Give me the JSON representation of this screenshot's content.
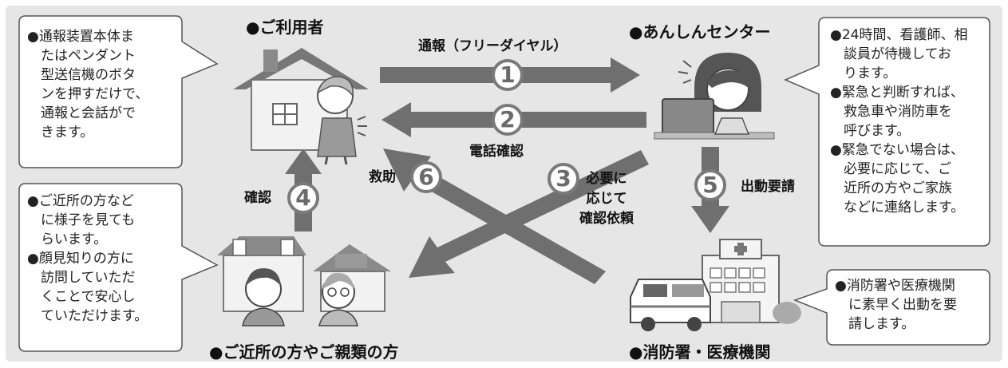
{
  "actors": {
    "user": "●ご利用者",
    "center": "●あんしんセンター",
    "neighbors": "●ご近所の方やご親類の方",
    "emergency": "●消防署・医療機関"
  },
  "callouts": {
    "user": "●通報装置本体ま\n　たはペンダント\n　型送信機のボタ\n　ンを押すだけで、\n　通報と会話がで\n　きます。",
    "center": "●24時間、看護師、相\n　談員が待機してお\n　ります。\n●緊急と判断すれば、\n　救急車や消防車を\n　呼びます。\n●緊急でない場合は、\n　必要に応じて、ご\n　近所の方やご家族\n　などに連絡します。",
    "neighbors": "●ご近所の方など\n　に様子を見ても\n　らいます。\n●顔見知りの方に\n　訪問していただ\n　くことで安心し\n　ていただけます。",
    "emergency": "●消防署や医療機関\n　に素早く出動を要\n　請します。"
  },
  "steps": {
    "s1": {
      "num": "1",
      "label": "通報（フリーダイヤル）"
    },
    "s2": {
      "num": "2",
      "label": "電話確認"
    },
    "s3": {
      "num": "3",
      "label": "必要に\n応じて\n確認依頼"
    },
    "s4": {
      "num": "4",
      "label": "確認"
    },
    "s5": {
      "num": "5",
      "label": "出動要請"
    },
    "s6": {
      "num": "6",
      "label": "救助"
    }
  },
  "colors": {
    "panel": "#e6e6e6",
    "arrow": "#6f6f6f",
    "box_border": "#555555"
  }
}
